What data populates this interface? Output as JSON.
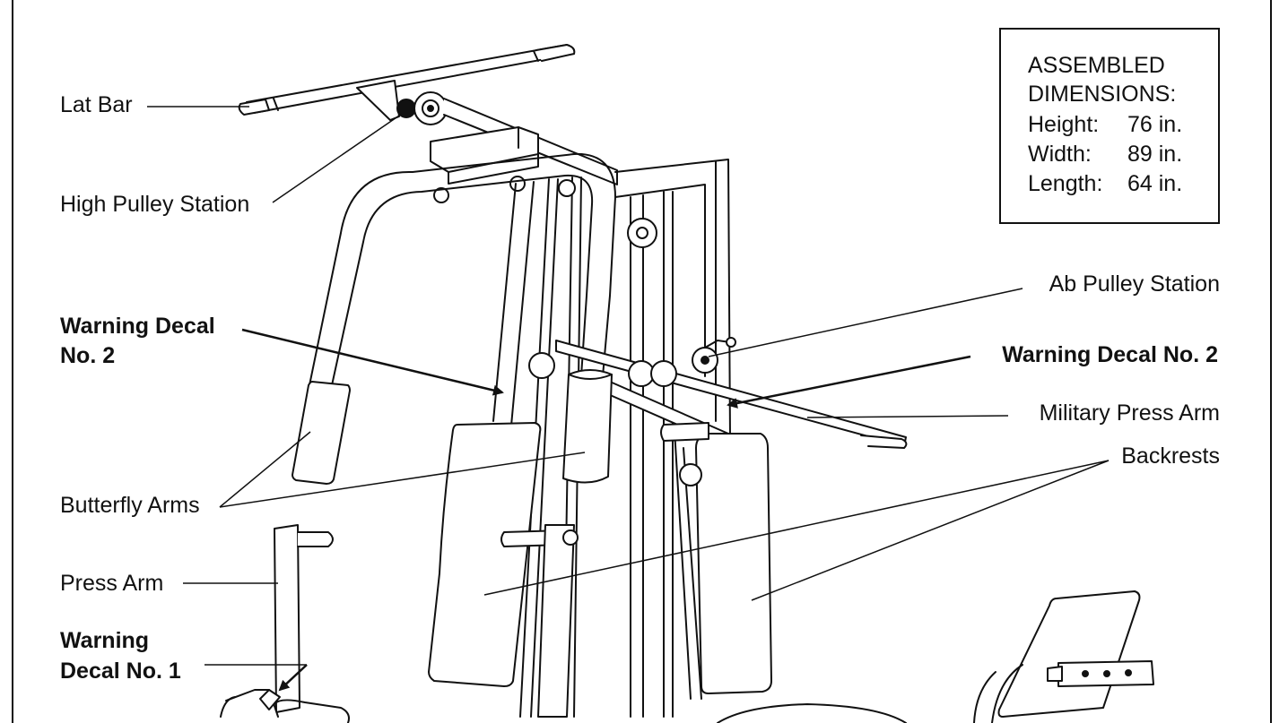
{
  "labels": {
    "lat_bar": "Lat Bar",
    "high_pulley_station": "High Pulley Station",
    "warning_decal_2_left_line1": "Warning Decal",
    "warning_decal_2_left_line2": "No. 2",
    "butterfly_arms": "Butterfly Arms",
    "press_arm": "Press Arm",
    "warning_decal_1_line1": "Warning",
    "warning_decal_1_line2": "Decal No. 1",
    "ab_pulley_station": "Ab Pulley Station",
    "warning_decal_2_right": "Warning Decal No. 2",
    "military_press_arm": "Military Press Arm",
    "backrests": "Backrests"
  },
  "dimensions_box": {
    "title_line1": "ASSEMBLED",
    "title_line2": "DIMENSIONS:",
    "rows": [
      {
        "label": "Height:",
        "value": "76 in."
      },
      {
        "label": "Width:",
        "value": "89 in."
      },
      {
        "label": "Length:",
        "value": "64 in."
      }
    ]
  }
}
